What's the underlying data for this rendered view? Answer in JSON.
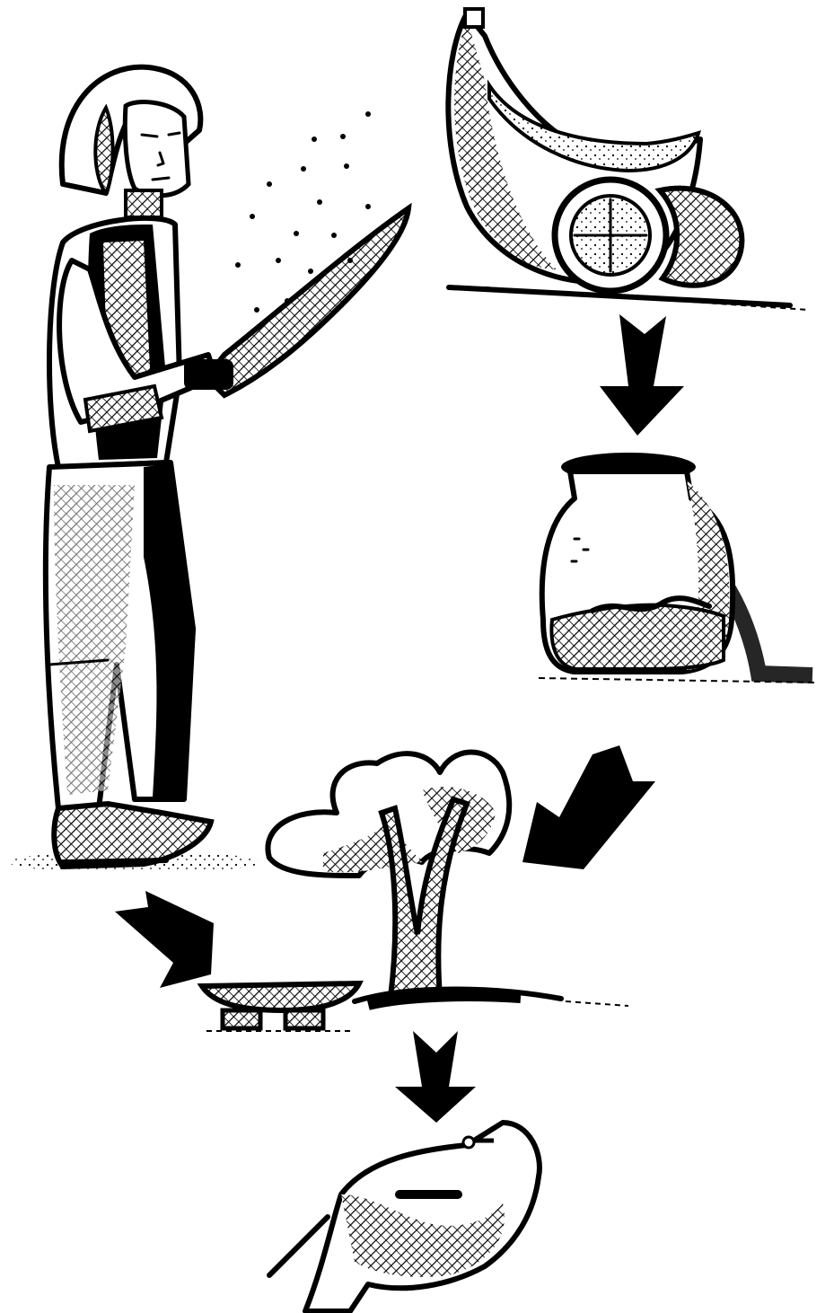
{
  "scene": {
    "background_color": "#ffffff",
    "ink_color": "#000000",
    "style": "black-and-white pen-and-ink drawing with cross-hatching"
  },
  "panels": [
    {
      "id": "person",
      "icon": "person-with-machete-icon"
    },
    {
      "id": "fruit",
      "icon": "cut-fruit-with-seeds-icon"
    },
    {
      "id": "jar",
      "icon": "jar-with-seeds-icon"
    },
    {
      "id": "tree",
      "icon": "tree-icon"
    },
    {
      "id": "bowl",
      "icon": "bowl-on-stand-icon"
    },
    {
      "id": "hand",
      "icon": "hand-holding-seed-icon"
    }
  ],
  "arrows": [
    {
      "from": "fruit",
      "to": "jar",
      "icon": "arrow-down-icon"
    },
    {
      "from": "jar",
      "to": "tree",
      "icon": "arrow-down-left-icon"
    },
    {
      "from": "person",
      "to": "bowl",
      "icon": "arrow-down-right-icon"
    },
    {
      "from": "tree",
      "to": "hand",
      "icon": "arrow-down-icon"
    }
  ]
}
